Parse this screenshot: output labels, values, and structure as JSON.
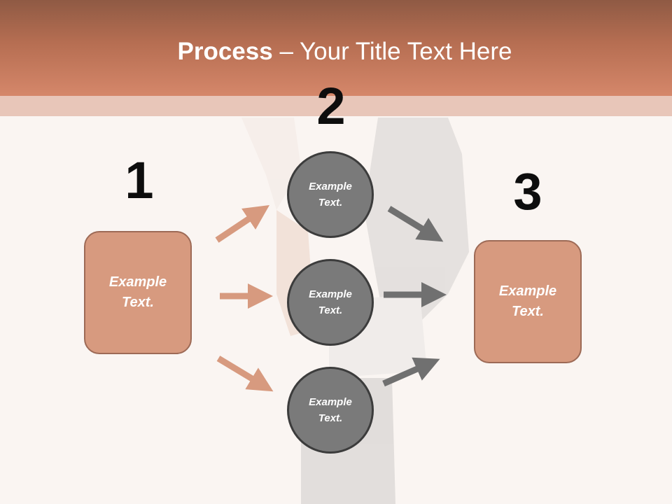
{
  "title": {
    "bold": "Process",
    "rest": " – Your Title Text Here"
  },
  "steps": {
    "one": "1",
    "two": "2",
    "three": "3"
  },
  "left_box": {
    "text": "Example Text."
  },
  "circles": [
    {
      "text": "Example Text."
    },
    {
      "text": "Example Text."
    },
    {
      "text": "Example Text."
    }
  ],
  "right_box": {
    "text": "Example Text."
  },
  "colors": {
    "header": "#c97a5c",
    "box_fill": "#d79a7f",
    "box_border": "#9d6a56",
    "circle_fill": "#7a7a7a",
    "arrow_left": "#d79a7f",
    "arrow_right": "#707070",
    "background": "#faf5f2"
  }
}
